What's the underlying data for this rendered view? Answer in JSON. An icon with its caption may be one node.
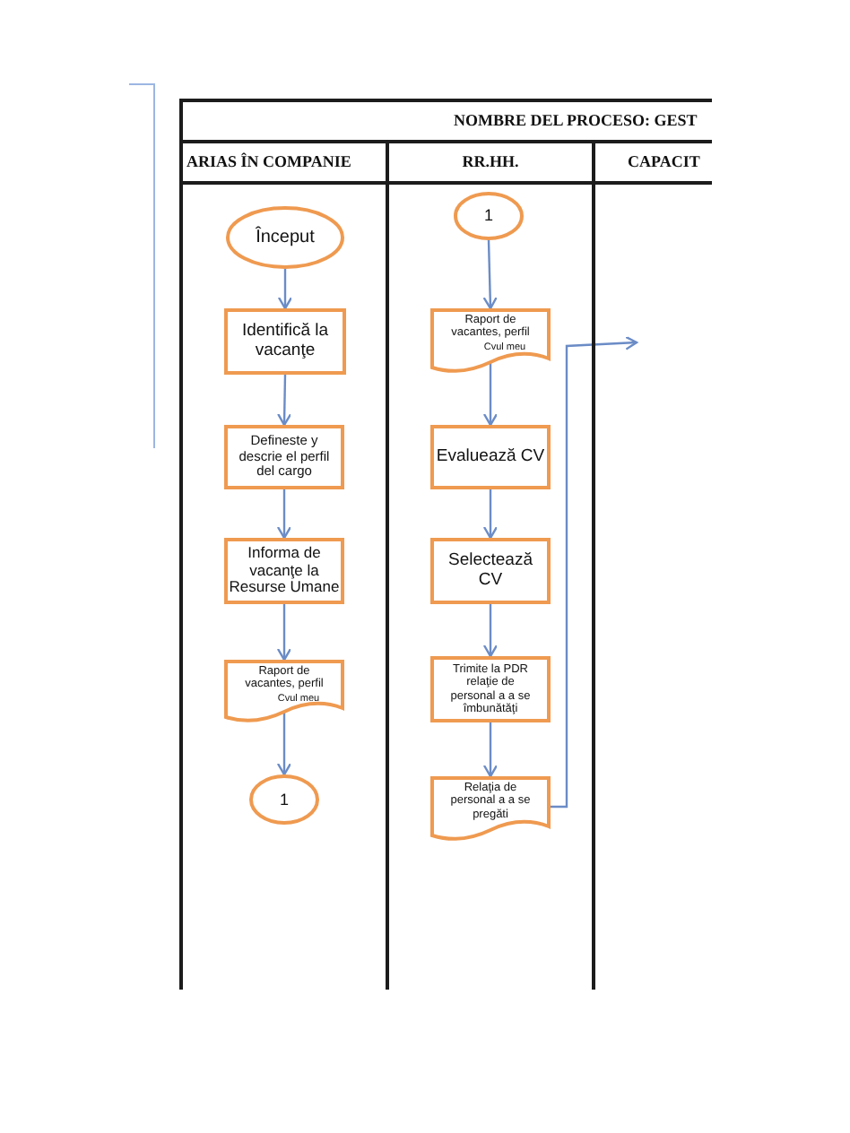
{
  "diagram": {
    "title": "NOMBRE DEL PROCESO: GEST",
    "nodes": [
      {
        "text": [
          "ARIAS ÎN COMPANIE"
        ]
      },
      {
        "text": [
          "Început"
        ],
        "in": 0
      },
      {
        "text": [
          "Identifică la vacanţe"
        ],
        "in": 0
      },
      {
        "text": [
          "Defineste y descrie el perfil del cargo"
        ],
        "in": 0
      },
      {
        "text": [
          "Informa de vacanţe la Resurse Umane"
        ],
        "in": 0
      },
      {
        "text": [
          "Raport de vacantes, perfil",
          "Cvul meu"
        ],
        "in": 0
      },
      {
        "text": [
          "1"
        ],
        "in": 0
      },
      {
        "text": [
          "RR.HH."
        ]
      },
      {
        "text": [
          "1"
        ],
        "in": 7
      },
      {
        "text": [
          "Raport de vacantes, perfil",
          "Cvul meu"
        ],
        "in": 7
      },
      {
        "text": [
          "Evaluează CV"
        ],
        "in": 7
      },
      {
        "text": [
          "Selectează CV"
        ],
        "in": 7
      },
      {
        "text": [
          "Trimite la PDR relaţie de personal a a se îmbunătăţi"
        ],
        "in": 7
      },
      {
        "text": [
          "Relaţia de personal a a se pregăti"
        ],
        "in": 7
      },
      {
        "text": [
          "CAPACIT"
        ]
      }
    ],
    "edges": [
      {
        "from": 1,
        "to": 2,
        "arrow": "to"
      },
      {
        "from": 2,
        "to": 3,
        "arrow": "to"
      },
      {
        "from": 3,
        "to": 4,
        "arrow": "to"
      },
      {
        "from": 4,
        "to": 5,
        "arrow": "to"
      },
      {
        "from": 5,
        "to": 6,
        "arrow": "to"
      },
      {
        "from": 8,
        "to": 9,
        "arrow": "to"
      },
      {
        "from": 9,
        "to": 10,
        "arrow": "to"
      },
      {
        "from": 10,
        "to": 11,
        "arrow": "to"
      },
      {
        "from": 11,
        "to": 12,
        "arrow": "to"
      },
      {
        "from": 12,
        "to": 13,
        "arrow": "to"
      },
      {
        "from": 13,
        "to": null,
        "arrow": "to"
      }
    ]
  }
}
